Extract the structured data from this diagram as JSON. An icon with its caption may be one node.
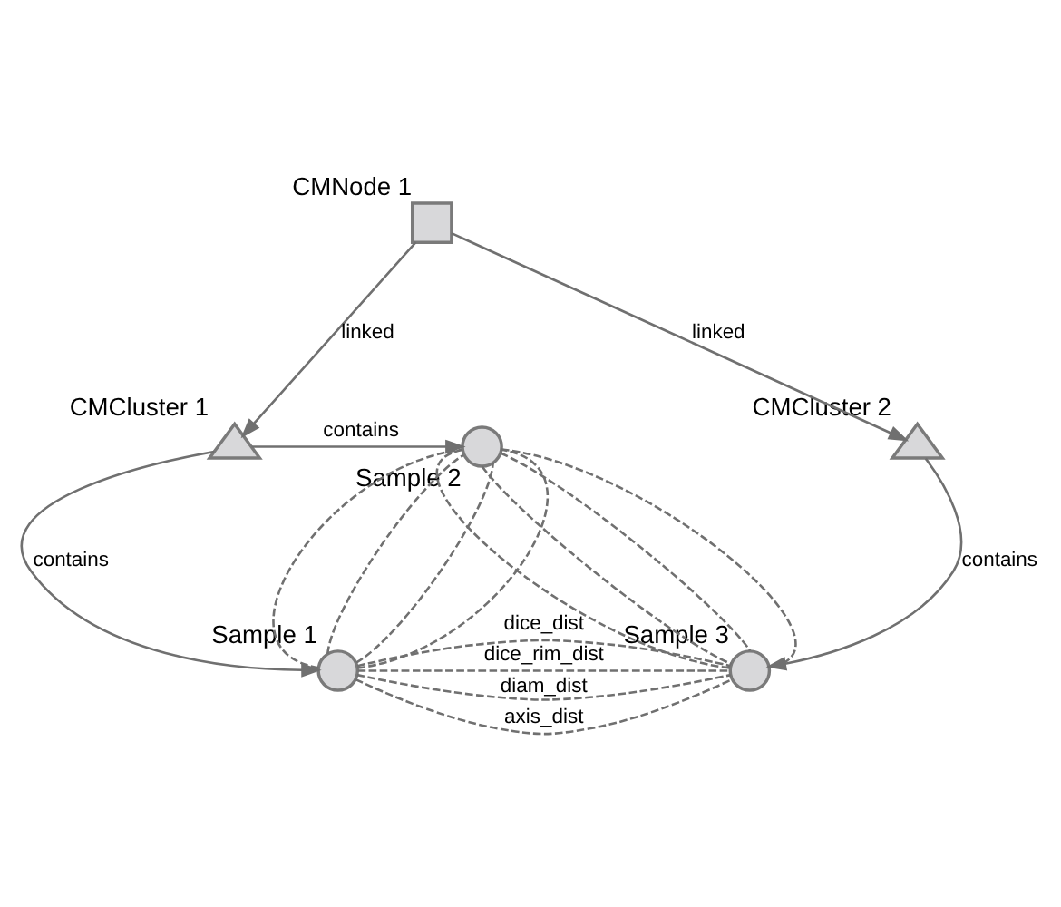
{
  "diagram": {
    "nodes": [
      {
        "text": [
          "CMNode 1"
        ]
      },
      {
        "text": [
          "CMCluster 1"
        ]
      },
      {
        "text": [
          "CMCluster 2"
        ]
      },
      {
        "text": [
          "Sample 2"
        ]
      },
      {
        "text": [
          "Sample 1"
        ]
      },
      {
        "text": [
          "Sample 3"
        ]
      }
    ],
    "edges": [
      {
        "from": 0,
        "to": 1,
        "arrow": "to",
        "label": "linked"
      },
      {
        "from": 0,
        "to": 2,
        "arrow": "to",
        "label": "linked"
      },
      {
        "from": 1,
        "to": 3,
        "arrow": "to",
        "label": "contains"
      },
      {
        "from": 1,
        "to": 4,
        "arrow": "to",
        "label": "contains"
      },
      {
        "from": 2,
        "to": 5,
        "arrow": "to",
        "label": "contains"
      },
      {
        "from": 4,
        "to": 3,
        "arrow": "none",
        "style": "dashed"
      },
      {
        "from": 4,
        "to": 3,
        "arrow": "none",
        "style": "dashed"
      },
      {
        "from": 4,
        "to": 3,
        "arrow": "none",
        "style": "dashed"
      },
      {
        "from": 4,
        "to": 3,
        "arrow": "none",
        "style": "dashed"
      },
      {
        "from": 3,
        "to": 5,
        "arrow": "none",
        "style": "dashed"
      },
      {
        "from": 3,
        "to": 5,
        "arrow": "none",
        "style": "dashed"
      },
      {
        "from": 3,
        "to": 5,
        "arrow": "none",
        "style": "dashed"
      },
      {
        "from": 3,
        "to": 5,
        "arrow": "none",
        "style": "dashed"
      },
      {
        "from": 4,
        "to": 5,
        "arrow": "none",
        "style": "dashed",
        "label": "diam_dist"
      },
      {
        "from": 4,
        "to": 5,
        "arrow": "none",
        "style": "dashed",
        "label": "dice_dist"
      },
      {
        "from": 4,
        "to": 5,
        "arrow": "none",
        "style": "dashed",
        "label": "dice_rim_dist"
      },
      {
        "from": 4,
        "to": 5,
        "arrow": "none",
        "style": "dashed",
        "label": "axis_dist"
      }
    ]
  }
}
